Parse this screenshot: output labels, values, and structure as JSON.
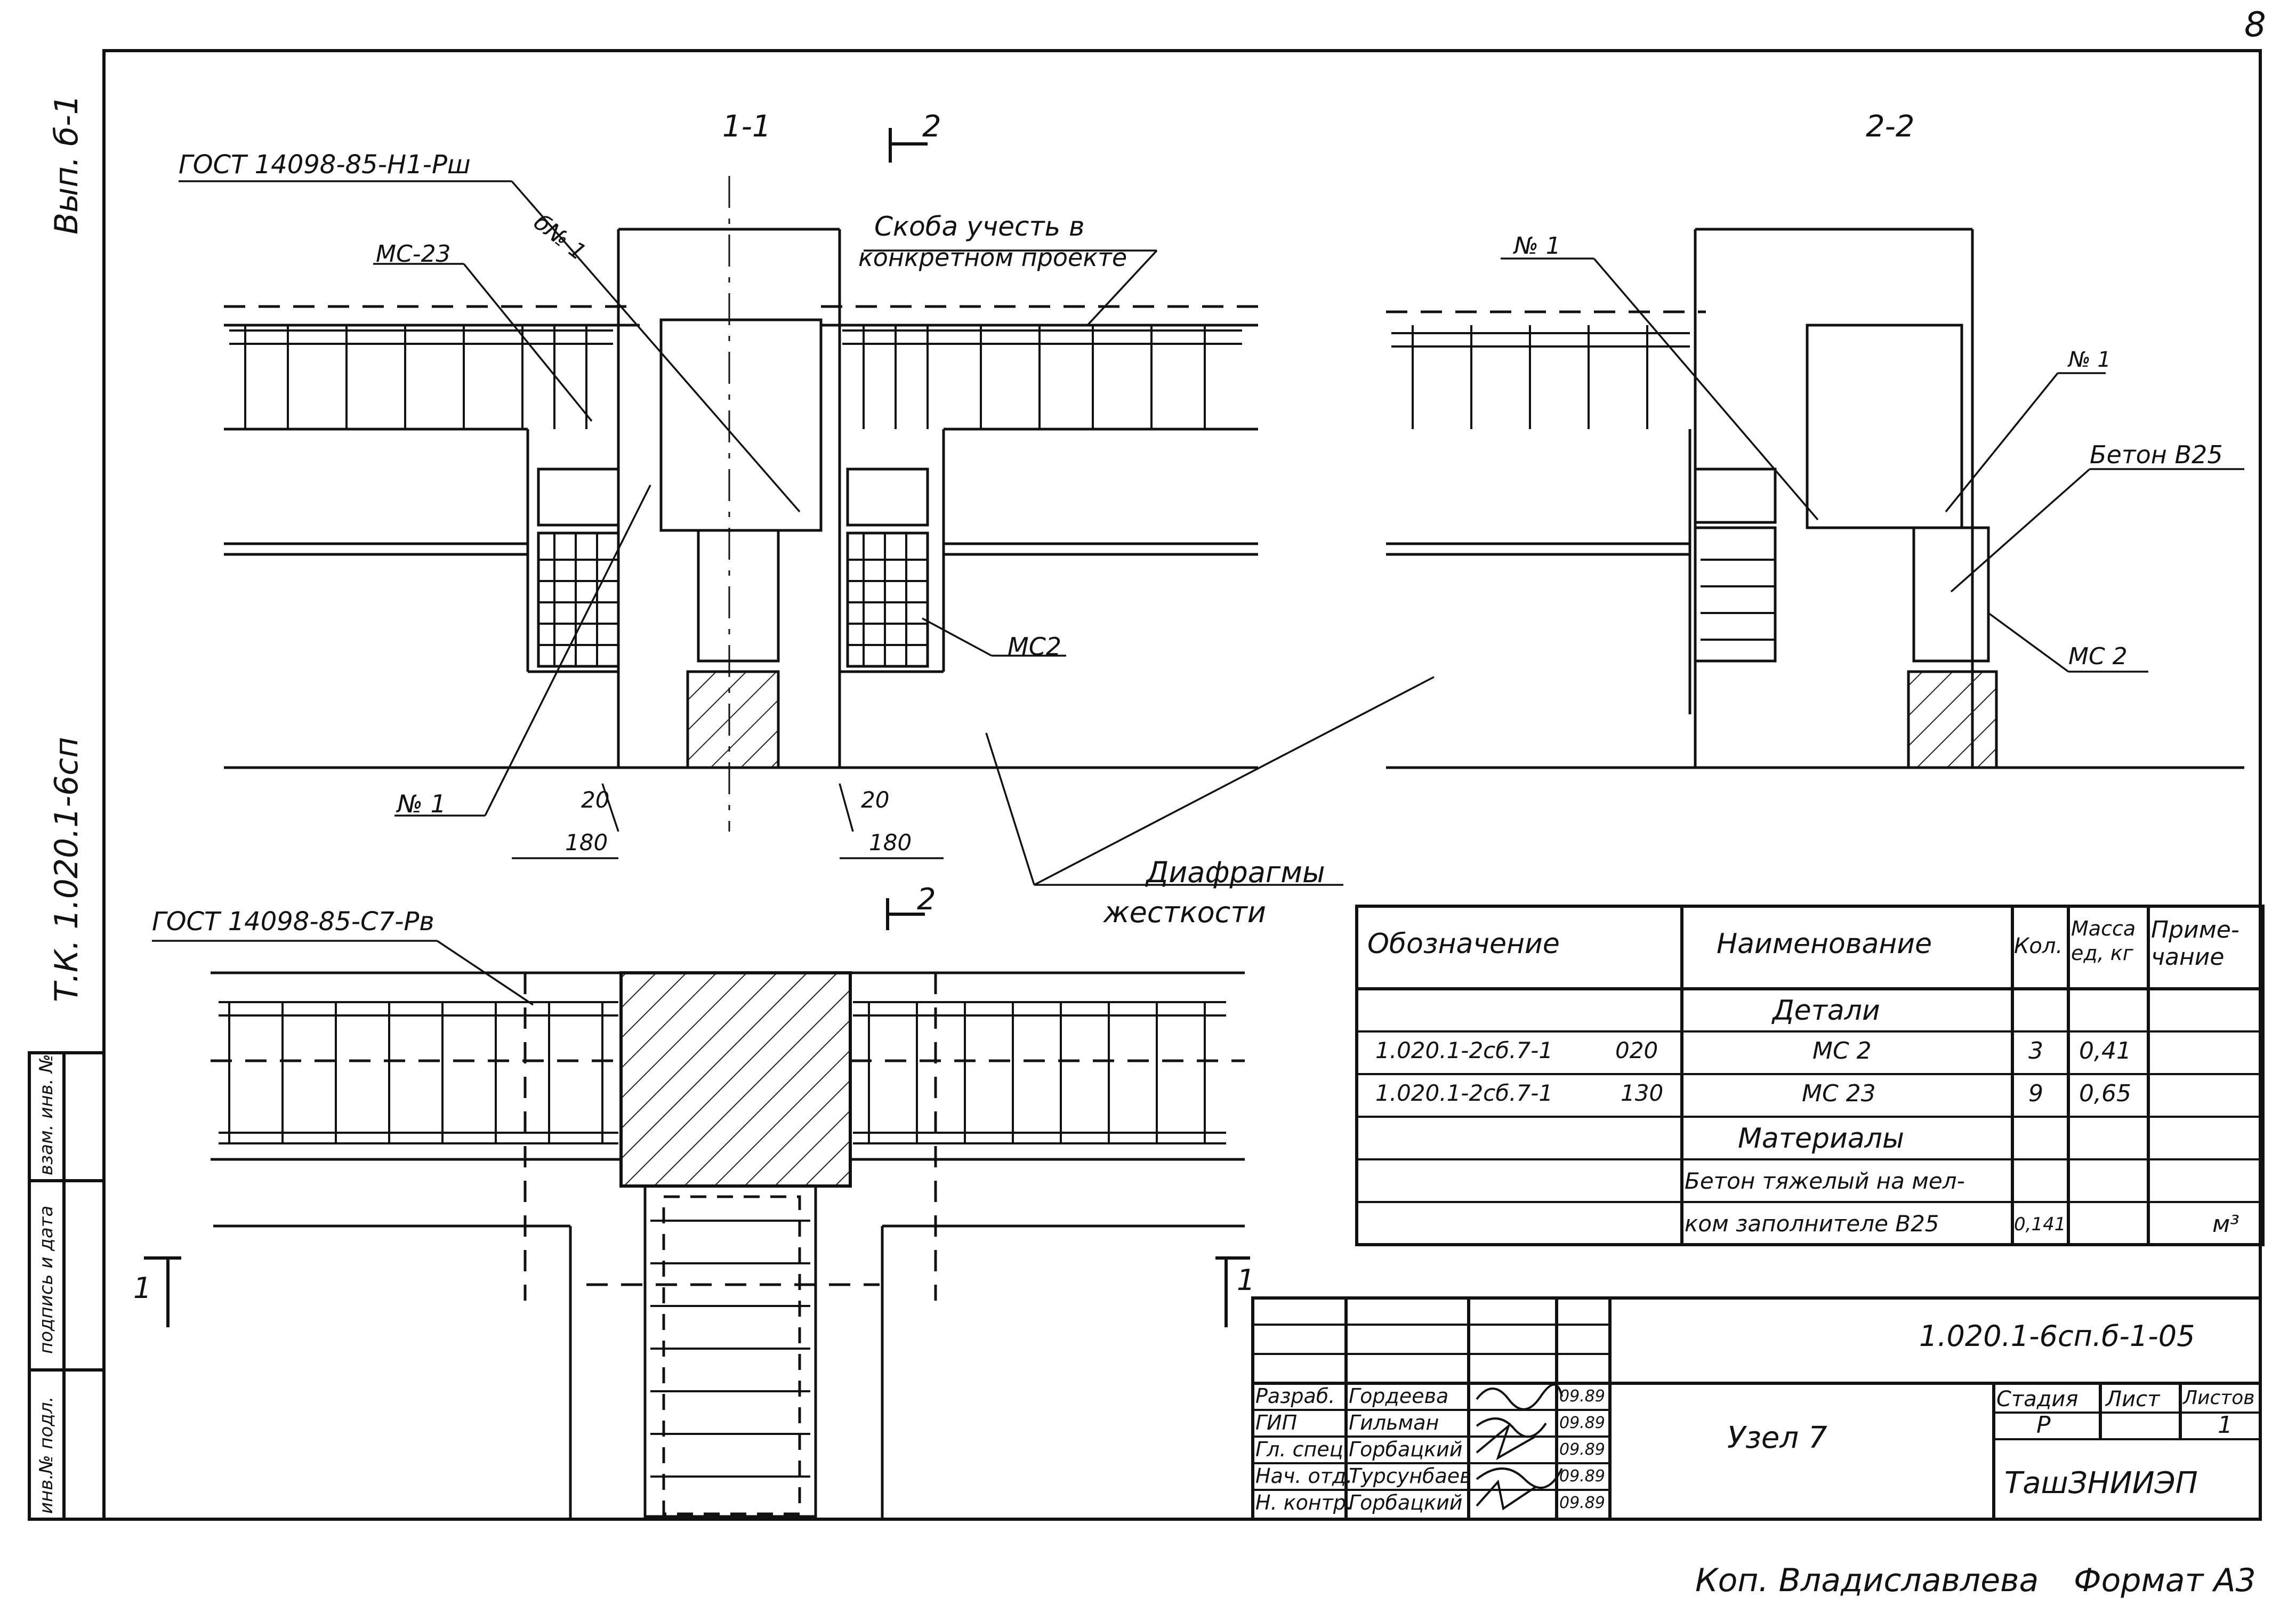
{
  "page_number": "8",
  "side": {
    "vyp": "Вып. б-1",
    "series": "Т.К. 1.020.1-6сп",
    "stamp_labels": [
      "инв.№ подл.",
      "подпись и дата",
      "взам. инв. №"
    ]
  },
  "section_11": {
    "title": "1-1",
    "cut_mark": "2",
    "gost_top": "ГОСТ 14098-85-Н1-Рш",
    "b_no1": "б№ 1",
    "ms23": "МС-23",
    "skoba_line1": "Скоба учесть в",
    "skoba_line2": "конкретном проекте",
    "ms2": "МС2",
    "no1": "№ 1",
    "dim_20_left": "20",
    "dim_180_left": "180",
    "dim_20_right": "20",
    "dim_180_right": "180"
  },
  "section_22": {
    "title": "2-2",
    "no1_a": "№ 1",
    "no1_b": "№ 1",
    "beton": "Бетон В25",
    "ms2": "МС 2"
  },
  "diafragmy_line1": "Диафрагмы",
  "diafragmy_line2": "жесткости",
  "plan": {
    "gost": "ГОСТ 14098-85-С7-Рв",
    "cut_mark_top": "2",
    "cut_left": "1",
    "cut_right": "1"
  },
  "spec_table": {
    "headers": [
      "Обозначение",
      "Наименование",
      "Кол.",
      "Масса ед, кг",
      "Приме- чание"
    ],
    "section_details": "Детали",
    "rows": [
      {
        "code": "1.020.1-2сб.7-1",
        "pos": "020",
        "name": "МС 2",
        "qty": "3",
        "mass": "0,41",
        "note": ""
      },
      {
        "code": "1.020.1-2сб.7-1",
        "pos": "130",
        "name": "МС 23",
        "qty": "9",
        "mass": "0,65",
        "note": ""
      }
    ],
    "section_materials": "Материалы",
    "material_line1": "Бетон тяжелый на мел-",
    "material_line2": "ком заполнителе В25",
    "material_qty": "0,141",
    "material_unit": "м³"
  },
  "title_block": {
    "doc_code": "1.020.1-6сп.б-1-05",
    "sheet_name": "Узел 7",
    "col_stage": "Стадия",
    "col_sheet": "Лист",
    "col_sheets": "Листов",
    "stage": "Р",
    "sheets": "1",
    "org": "ТашЗНИИЭП",
    "people": [
      {
        "role": "Разраб.",
        "name": "Гордеева",
        "date": "09.89"
      },
      {
        "role": "ГИП",
        "name": "Гильман",
        "date": "09.89"
      },
      {
        "role": "Гл. спец.",
        "name": "Горбацкий",
        "date": "09.89"
      },
      {
        "role": "Нач. отд.",
        "name": "Турсунбаев",
        "date": "09.89"
      },
      {
        "role": "Н. контр.",
        "name": "Горбацкий",
        "date": "09.89"
      }
    ]
  },
  "footer": {
    "kop": "Коп. Владиславлева",
    "format": "Формат А3"
  }
}
